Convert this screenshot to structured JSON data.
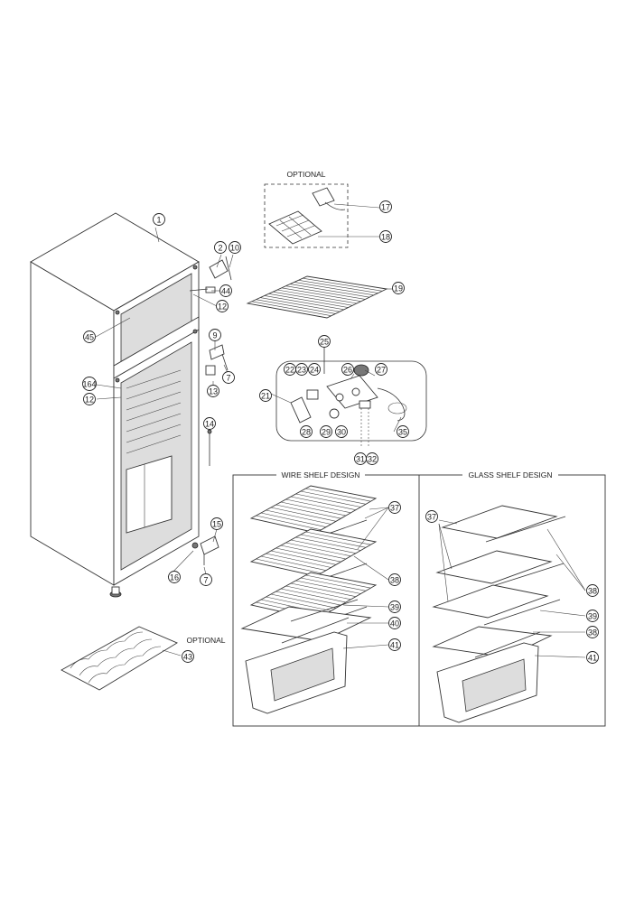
{
  "labels": {
    "optional_top": "OPTIONAL",
    "optional_rack": "OPTIONAL",
    "wire_shelf_design": "WIRE SHELF DESIGN",
    "glass_shelf_design": "GLASS SHELF DESIGN"
  },
  "callouts": {
    "c1": "1",
    "c2": "2",
    "c10": "10",
    "c44": "44",
    "c12a": "12",
    "c45": "45",
    "c9": "9",
    "c7a": "7",
    "c13": "13",
    "c164": "164",
    "c12b": "12",
    "c14": "14",
    "c15": "15",
    "c16": "16",
    "c7b": "7",
    "c17": "17",
    "c18": "18",
    "c19": "19",
    "c25": "25",
    "c22": "22",
    "c23": "23",
    "c24": "24",
    "c26": "26",
    "c27": "27",
    "c21": "21",
    "c28": "28",
    "c29": "29",
    "c30": "30",
    "c35": "35",
    "c31": "31",
    "c32": "32",
    "w37": "37",
    "w38": "38",
    "w39": "39",
    "w40": "40",
    "w41": "41",
    "g37": "37",
    "g38a": "38",
    "g39": "39",
    "g38b": "38",
    "g41": "41",
    "c43": "43"
  }
}
